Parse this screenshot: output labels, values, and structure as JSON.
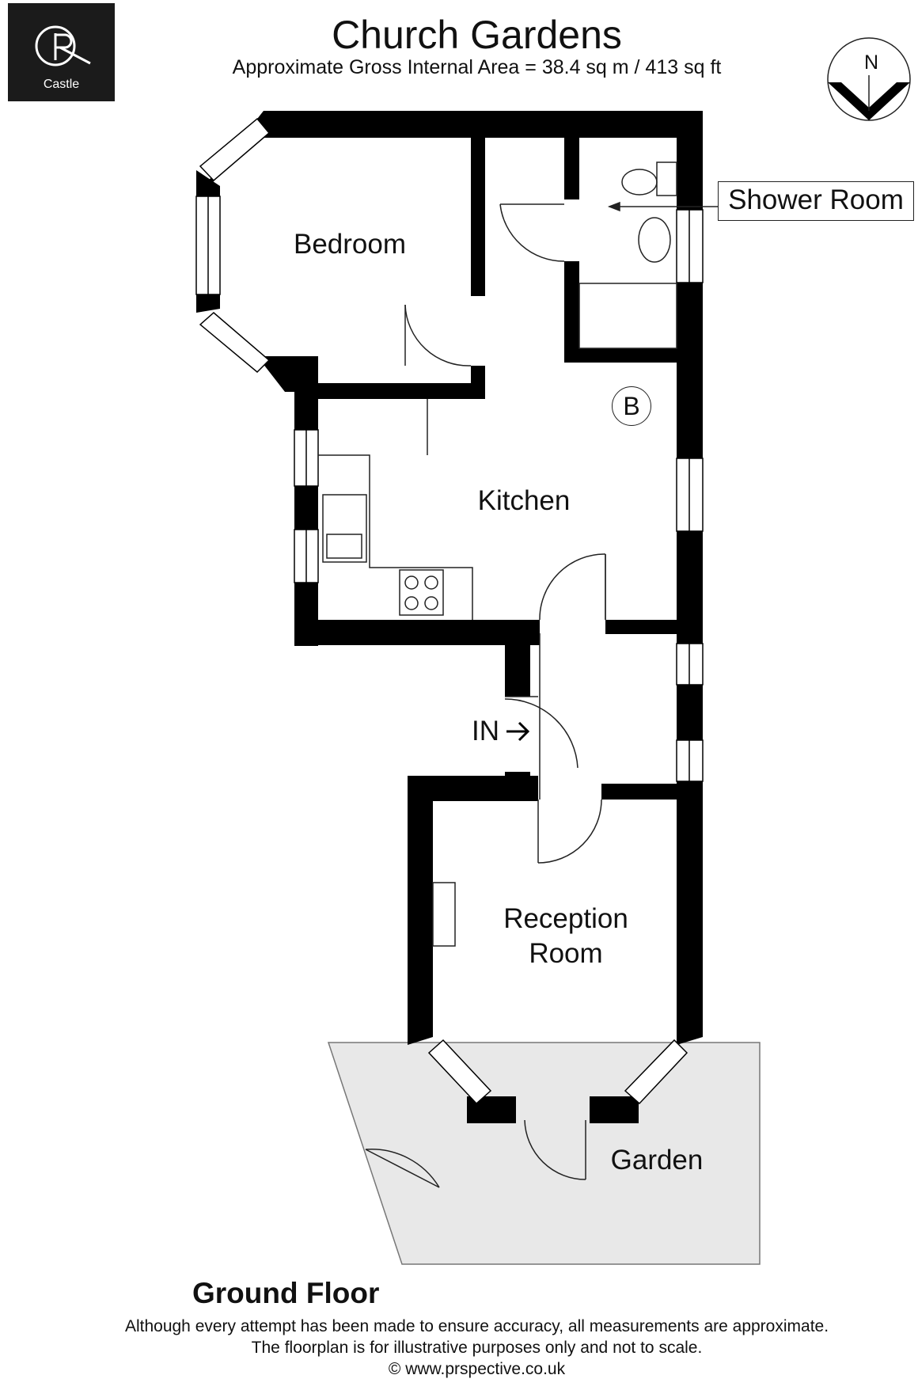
{
  "logo": {
    "text": "Castle",
    "monogram": "RC"
  },
  "title": "Church Gardens",
  "subtitle": "Approximate Gross Internal Area = 38.4 sq m / 413 sq ft",
  "compass": {
    "label": "N"
  },
  "rooms": {
    "bedroom": "Bedroom",
    "shower": "Shower Room",
    "kitchen": "Kitchen",
    "reception_line1": "Reception",
    "reception_line2": "Room",
    "garden": "Garden"
  },
  "boiler_badge": "B",
  "entry_label": "IN",
  "floor_name": "Ground Floor",
  "disclaimer": {
    "line1": "Although every attempt has been made to ensure accuracy, all measurements are approximate.",
    "line2": "The floorplan is for illustrative purposes only and not to scale.",
    "line3": "© www.prspective.co.uk"
  },
  "colors": {
    "wall": "#000000",
    "garden_fill": "#e8e8e8",
    "logo_bg": "#1b1b1b"
  }
}
